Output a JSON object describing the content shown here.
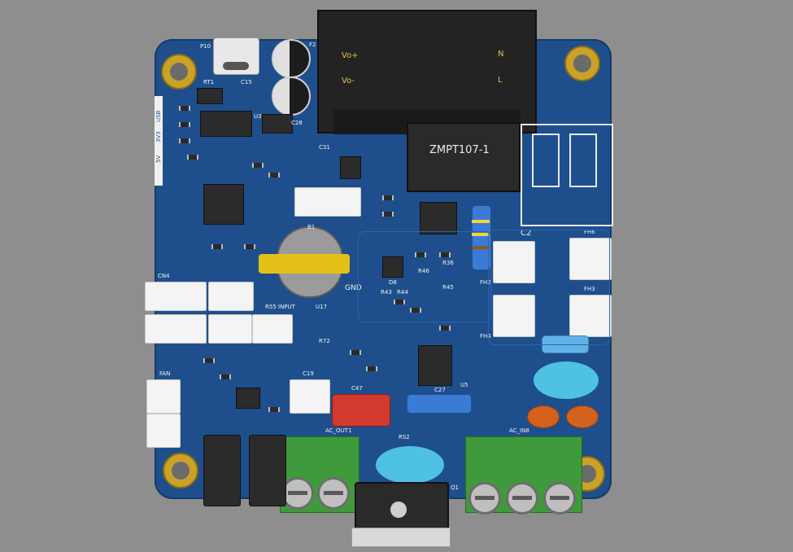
{
  "labels": {
    "p10": "P10",
    "f2": "F2",
    "usb": "USB",
    "v33": "3V3",
    "v5": "5V",
    "vo_plus": "Vo+",
    "vo_minus": "Vo-",
    "n": "N",
    "l": "L",
    "transformer": "ZMPT107-1",
    "b1": "B1",
    "gnd": "GND",
    "cn4": "CN4",
    "input": "INPUT",
    "c2": "C2",
    "fh6": "FH6",
    "fh3": "FH3",
    "fh2": "FH2",
    "fh4": "FH4",
    "c47": "C47",
    "ac_out1": "AC_OUT1",
    "ac_in8": "AC_IN8",
    "rs2": "RS2",
    "fan": "FAN",
    "u5": "U5",
    "q1": "Q1",
    "rt1": "RT1",
    "u3": "U3",
    "c15": "C15",
    "c28": "C28",
    "c31": "C31",
    "d8": "D8",
    "r46": "R46",
    "r45": "R45",
    "r43": "R43",
    "r44": "R44",
    "c27": "C27",
    "r36": "R36",
    "r55": "R55",
    "u17": "U17",
    "r72": "R72",
    "c19": "C19"
  }
}
